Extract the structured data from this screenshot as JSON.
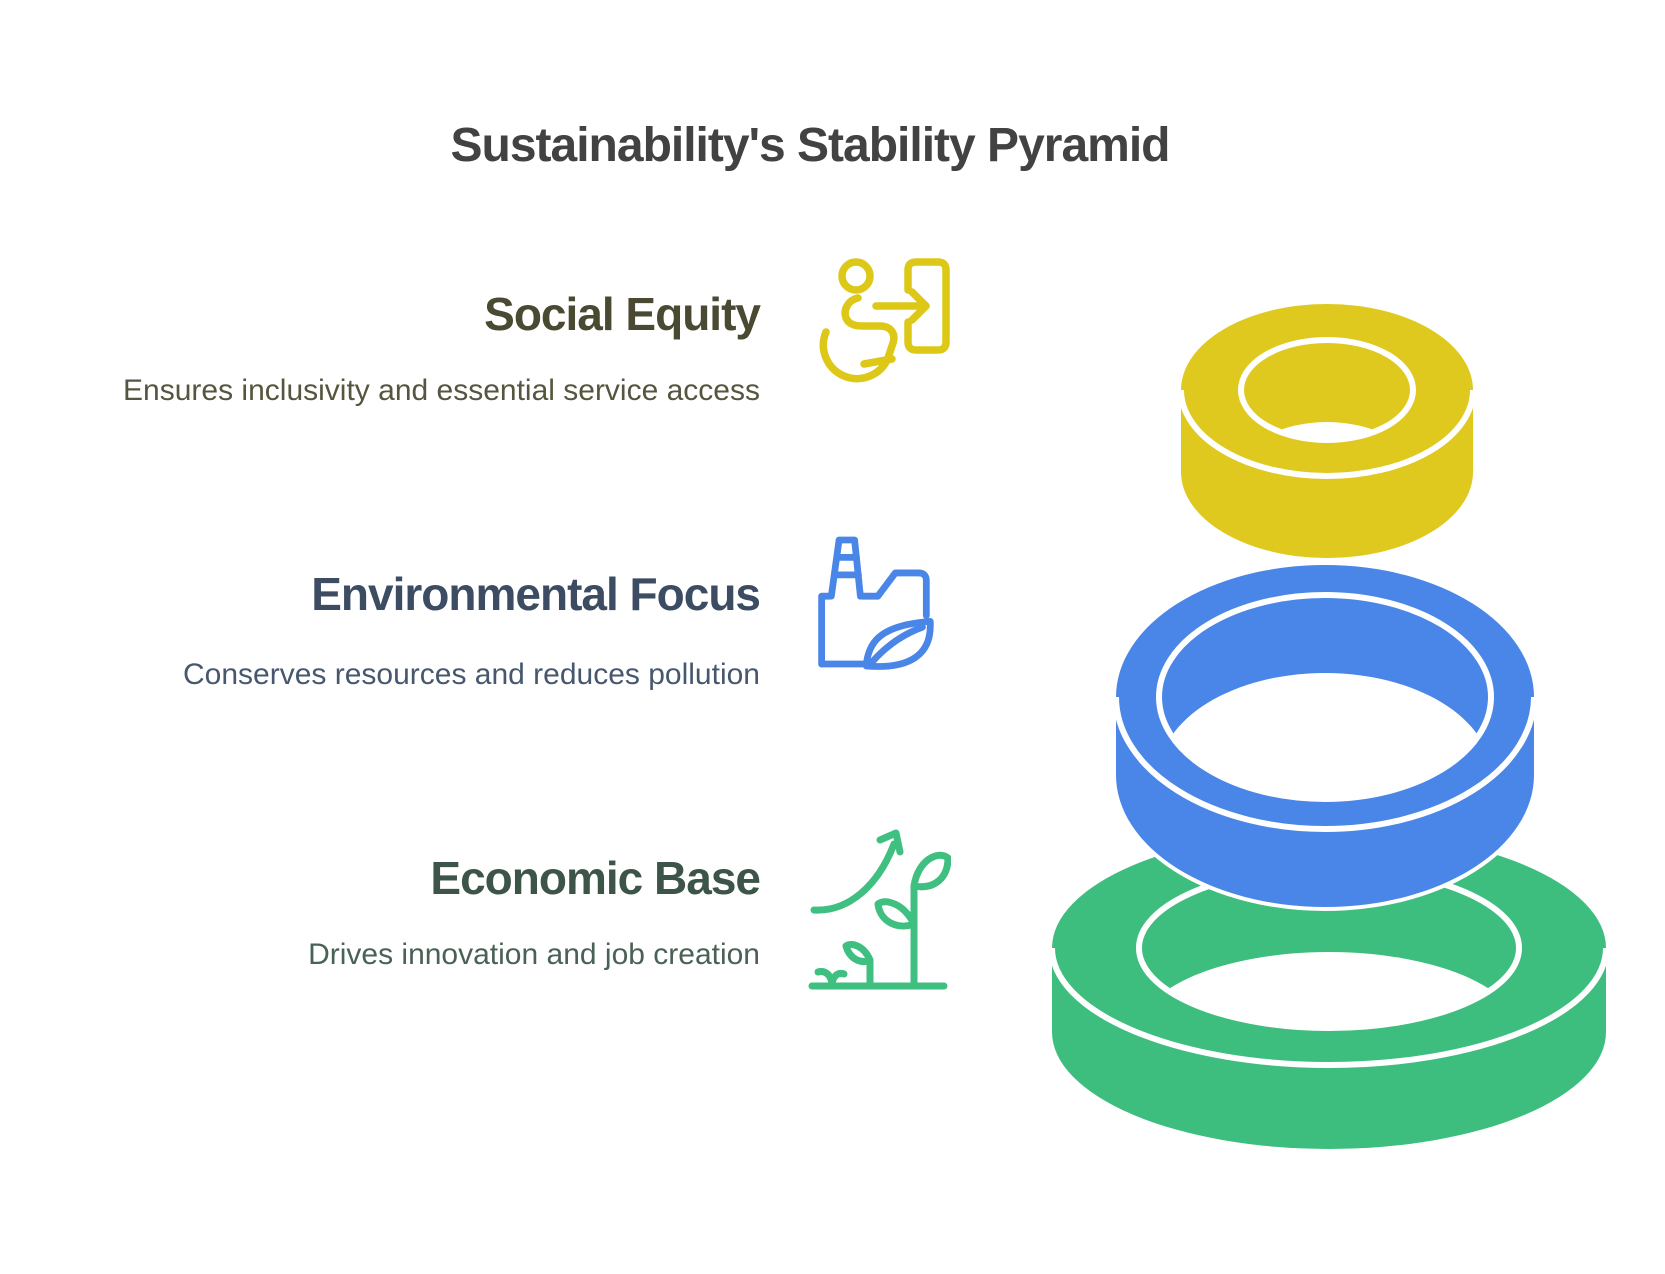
{
  "title": {
    "text": "Sustainability's Stability Pyramid",
    "color": "#424242"
  },
  "sections": [
    {
      "heading": "Social Equity",
      "description": "Ensures inclusivity and essential service access",
      "icon": "wheelchair-exit-icon",
      "ring_color": "#DFC91F",
      "icon_color": "#DDC717",
      "heading_color": "#4A4932",
      "description_color": "#56553F"
    },
    {
      "heading": "Environmental Focus",
      "description": "Conserves resources and reduces pollution",
      "icon": "eco-factory-icon",
      "ring_color": "#4A86E8",
      "icon_color": "#4A86E8",
      "heading_color": "#3C4C62",
      "description_color": "#47586E"
    },
    {
      "heading": "Economic Base",
      "description": "Drives innovation and job creation",
      "icon": "plant-growth-icon",
      "ring_color": "#3DBE7E",
      "icon_color": "#3FBF80",
      "heading_color": "#3D5449",
      "description_color": "#4A6156"
    }
  ]
}
